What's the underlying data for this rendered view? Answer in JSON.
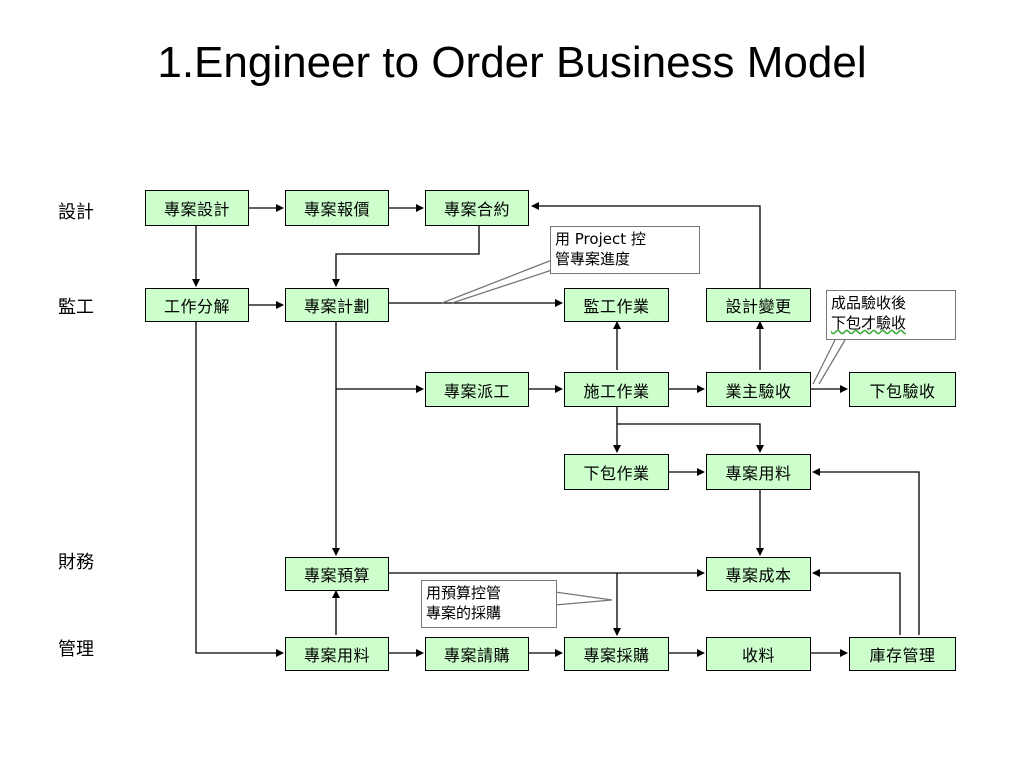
{
  "title": "1.Engineer to Order Business Model",
  "lanes": {
    "design": "設計",
    "supervision": "監工",
    "finance": "財務",
    "management": "管理"
  },
  "boxes": {
    "project_design": "專案設計",
    "project_quote": "專案報價",
    "project_contract": "專案合約",
    "work_breakdown": "工作分解",
    "project_plan": "專案計劃",
    "supervision_work": "監工作業",
    "design_change": "設計變更",
    "project_dispatch": "專案派工",
    "construction_work": "施工作業",
    "owner_acceptance": "業主驗收",
    "subcontract_acceptance": "下包驗收",
    "subcontract_work": "下包作業",
    "project_material_top": "專案用料",
    "project_budget": "專案預算",
    "project_cost": "專案成本",
    "project_material_bottom": "專案用料",
    "project_requisition": "專案請購",
    "project_purchase": "專案採購",
    "receiving": "收料",
    "inventory_mgmt": "庫存管理"
  },
  "callouts": {
    "project_ctrl_1": "用 Project 控",
    "project_ctrl_2": "管專案進度",
    "acceptance_1": "成品驗收後",
    "acceptance_2": "下包才驗收",
    "budget_ctrl_1": "用預算控管",
    "budget_ctrl_2": "專案的採購"
  }
}
